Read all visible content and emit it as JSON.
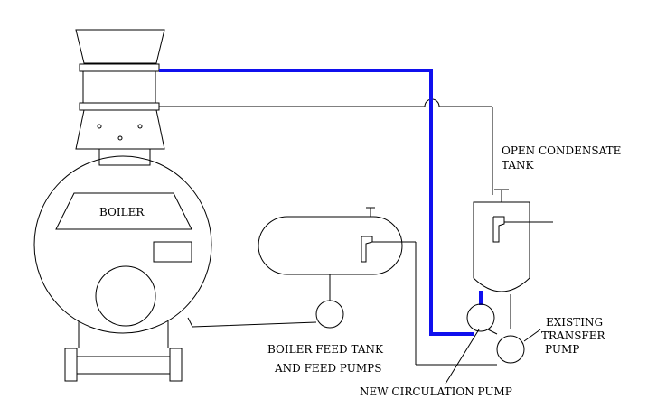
{
  "labels": {
    "boiler": "BOILER",
    "open_condensate_tank_line1": "OPEN CONDENSATE",
    "open_condensate_tank_line2": "TANK",
    "boiler_feed_tank_line1": "BOILER FEED TANK",
    "boiler_feed_tank_line2": "AND FEED PUMPS",
    "new_circulation_pump": "NEW CIRCULATION PUMP",
    "existing_transfer_pump_line1": "EXISTING",
    "existing_transfer_pump_line2": "TRANSFER",
    "existing_transfer_pump_line3": "PUMP"
  },
  "colors": {
    "new_piping": "#1010ee",
    "existing_piping": "#000000",
    "background": "#ffffff"
  }
}
